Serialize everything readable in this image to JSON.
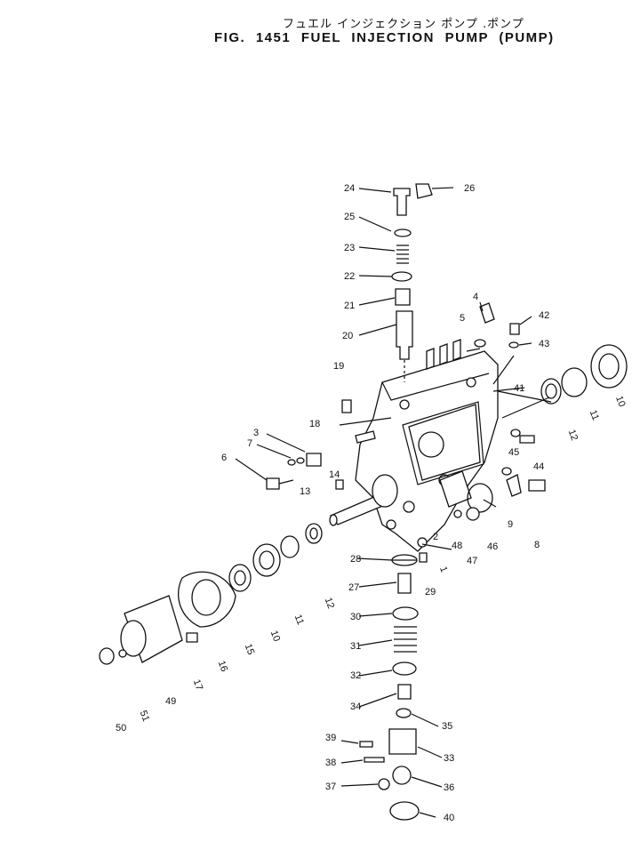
{
  "title": {
    "japanese": "フュエル インジェクション ポンプ .ポンプ",
    "english": "FIG. 1451  FUEL  INJECTION  PUMP  (PUMP)"
  },
  "callouts": [
    "1",
    "2",
    "3",
    "4",
    "5",
    "6",
    "7",
    "8",
    "9",
    "10",
    "10",
    "11",
    "11",
    "12",
    "12",
    "13",
    "14",
    "15",
    "16",
    "17",
    "18",
    "19",
    "20",
    "21",
    "22",
    "23",
    "24",
    "25",
    "26",
    "27",
    "28",
    "29",
    "30",
    "31",
    "32",
    "33",
    "34",
    "35",
    "36",
    "37",
    "38",
    "39",
    "40",
    "41",
    "42",
    "43",
    "44",
    "45",
    "46",
    "47",
    "48",
    "49",
    "50",
    "51"
  ]
}
